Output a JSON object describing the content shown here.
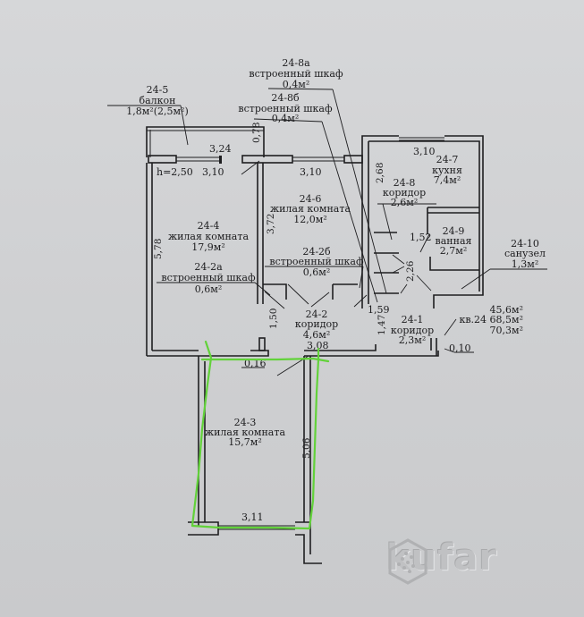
{
  "plan": {
    "apartment": "кв.24",
    "totals": {
      "living_area": "45,6м²",
      "total_area": "68,5м²",
      "total_with_balcony": "70,3м²"
    },
    "ceiling_height": "h=2,50",
    "rooms": [
      {
        "id": "24-1",
        "name": "коридор",
        "area": "2,3м²"
      },
      {
        "id": "24-2",
        "name": "коридор",
        "area": "4,6м²"
      },
      {
        "id": "24-2а",
        "name": "встроенный шкаф",
        "area": "0,6м²"
      },
      {
        "id": "24-2б",
        "name": "встроенный шкаф",
        "area": "0,6м²"
      },
      {
        "id": "24-3",
        "name": "жилая комната",
        "area": "15,7м²"
      },
      {
        "id": "24-4",
        "name": "жилая комната",
        "area": "17,9м²"
      },
      {
        "id": "24-5",
        "name": "балкон",
        "area": "1,8м²(2,5м²)"
      },
      {
        "id": "24-6",
        "name": "жилая комната",
        "area": "12,0м²"
      },
      {
        "id": "24-7",
        "name": "кухня",
        "area": "7,4м²"
      },
      {
        "id": "24-8",
        "name": "коридор",
        "area": "2,6м²"
      },
      {
        "id": "24-8а",
        "name": "встроенный шкаф",
        "area": "0,4м²"
      },
      {
        "id": "24-8б",
        "name": "встроенный шкаф",
        "area": "0,4м²"
      },
      {
        "id": "24-9",
        "name": "ванная",
        "area": "2,7м²"
      },
      {
        "id": "24-10",
        "name": "санузел",
        "area": "1,3м²"
      }
    ],
    "dimensions": {
      "balcony_width": "3,24",
      "balcony_depth": "0,78",
      "room4_width": "3,10",
      "room6_width": "3,10",
      "kitchen_width": "3,10",
      "room4_length": "5,78",
      "room6_length": "3,72",
      "corridor8_length": "2,68",
      "corridor8_width": "1,52",
      "corridor_2_26": "2,26",
      "corridor1_width": "1,59",
      "corridor1_length": "1,47",
      "corridor2_length": "1,50",
      "room3_top": "3,08",
      "room3_bottom": "3,11",
      "room3_length": "5,06",
      "wall_016": "0,16",
      "wall_010": "0,10"
    }
  },
  "watermark": {
    "text": "kufar"
  },
  "colors": {
    "annotation": "#62d23a",
    "ink": "#1e1e20",
    "paper": "#cfd0d2"
  }
}
